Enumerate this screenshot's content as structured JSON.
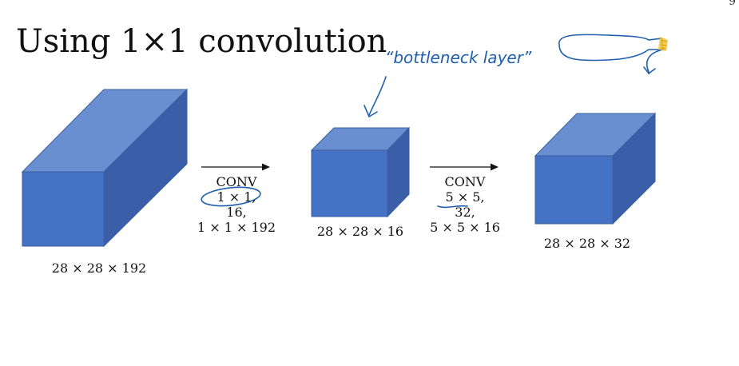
{
  "slide": {
    "title": "Using 1×1 convolution",
    "page_number": "9",
    "annotation": "“bottleneck layer”",
    "volumes": {
      "input": "28 × 28 × 192",
      "bottleneck": "28 × 28 × 16",
      "output": "28 × 28 × 32"
    },
    "conv1": {
      "line1": "CONV",
      "line2": "1 × 1,",
      "line3": "16,",
      "line4": "1 × 1 × 192"
    },
    "conv2": {
      "line1": "CONV",
      "line2": "5 × 5,",
      "line3": "32,",
      "line4": "5 × 5 × 16"
    },
    "colors": {
      "front": "#4472c4",
      "top": "#6a8fd0",
      "side": "#3a5fa8",
      "ink": "#1f5fae",
      "highlight": "#f2c230"
    }
  }
}
